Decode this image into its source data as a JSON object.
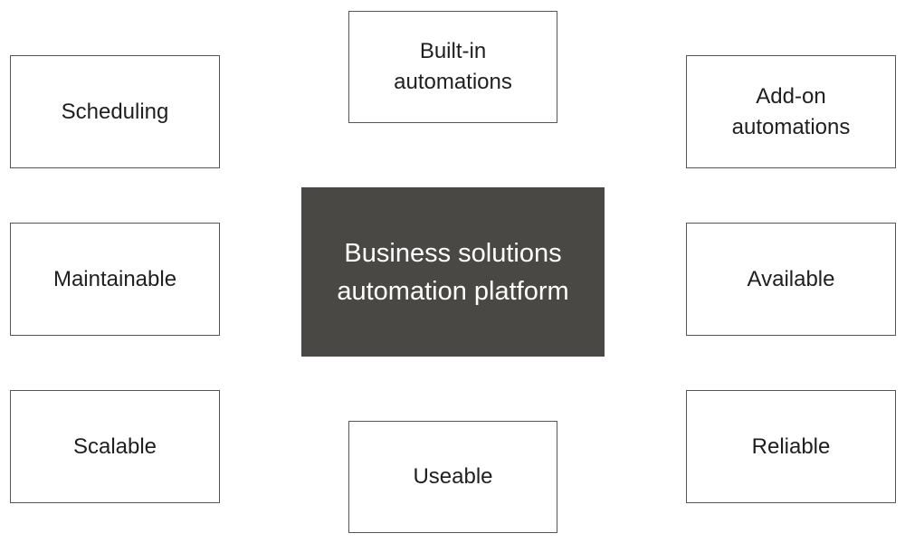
{
  "diagram": {
    "center": {
      "label": "Business solutions\nautomation platform",
      "fill_color": "#4a4844",
      "text_color": "#ffffff"
    },
    "nodes": {
      "builtin_automations": "Built-in\nautomations",
      "scheduling": "Scheduling",
      "addon_automations": "Add-on\nautomations",
      "maintainable": "Maintainable",
      "available": "Available",
      "scalable": "Scalable",
      "reliable": "Reliable",
      "useable": "Useable"
    },
    "node_border_color": "#555555"
  }
}
